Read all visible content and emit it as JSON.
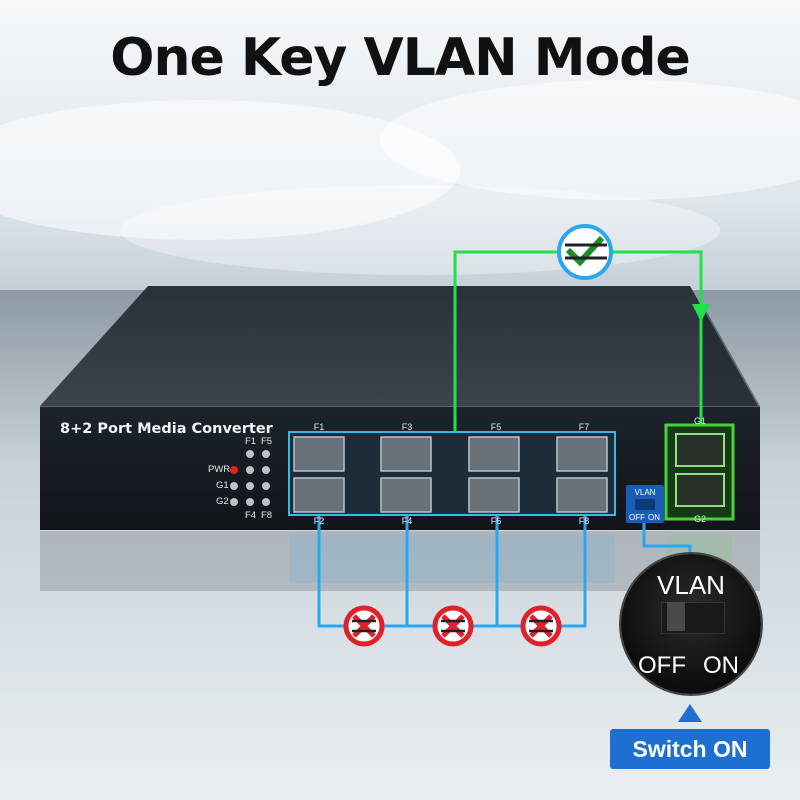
{
  "headline": "One Key VLAN Mode",
  "device": {
    "title": "8+2 Port Media Converter",
    "led_labels": {
      "f1": "F1",
      "f5": "F5",
      "pwr": "PWR",
      "g1": "G1",
      "g2": "G2",
      "f4": "F4",
      "f8": "F8"
    },
    "top_port_labels": [
      "F1",
      "F3",
      "F5",
      "F7"
    ],
    "bottom_port_labels": [
      "F2",
      "F4",
      "F6",
      "F8"
    ],
    "rj45_labels": {
      "top": "G1",
      "bottom": "G2"
    },
    "vlan_switch": {
      "label": "VLAN",
      "off": "OFF",
      "on": "ON"
    }
  },
  "callout": {
    "label": "VLAN",
    "off": "OFF",
    "on": "ON"
  },
  "status_button": "Switch ON",
  "colors": {
    "allowed_path": "#22e04a",
    "blocked_path": "#2aa7f0",
    "blocked_icon": "#e0202a",
    "rj45_highlight": "#4ad23a",
    "sfp_highlight": "#3ab8ea",
    "accent": "#1e6fd2"
  },
  "icons": {
    "allowed": "check-circle-icon",
    "blocked": "cross-circle-icon",
    "pointer": "triangle-up-icon"
  }
}
